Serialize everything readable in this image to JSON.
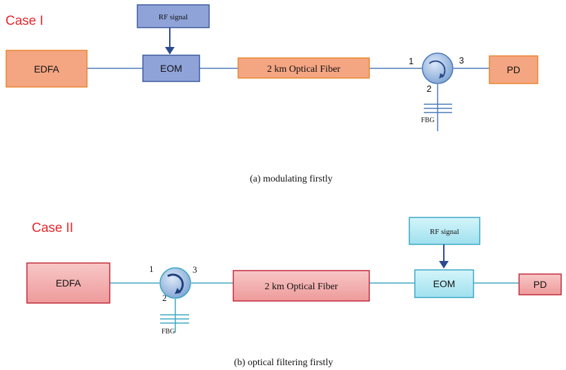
{
  "case1": {
    "label": "Case I",
    "edfa": "EDFA",
    "rf_signal": "RF signal",
    "eom": "EOM",
    "fiber": "2 km Optical Fiber",
    "port1": "1",
    "port2": "2",
    "port3": "3",
    "pd": "PD",
    "fbg": "FBG",
    "caption": "(a)  modulating firstly"
  },
  "case2": {
    "label": "Case II",
    "edfa": "EDFA",
    "rf_signal": "RF signal",
    "eom": "EOM",
    "fiber": "2 km Optical Fiber",
    "port1": "1",
    "port2": "2",
    "port3": "3",
    "pd": "PD",
    "fbg": "FBG",
    "caption": "(b) optical filtering firstly"
  },
  "colors": {
    "case_label": "#e8272d",
    "orange_fill": "#f4a582",
    "orange_stroke": "#e8872f",
    "blue_fill": "#8fa3d8",
    "blue_stroke": "#3d5a9e",
    "pink_fill": "#f3a9a9",
    "pink_stroke": "#c0283a",
    "cyan_fill": "#b7ebf4",
    "cyan_stroke": "#3ba7c4",
    "line_blue": "#4a7ab8",
    "circulator_fill": "#a9c4e8"
  }
}
